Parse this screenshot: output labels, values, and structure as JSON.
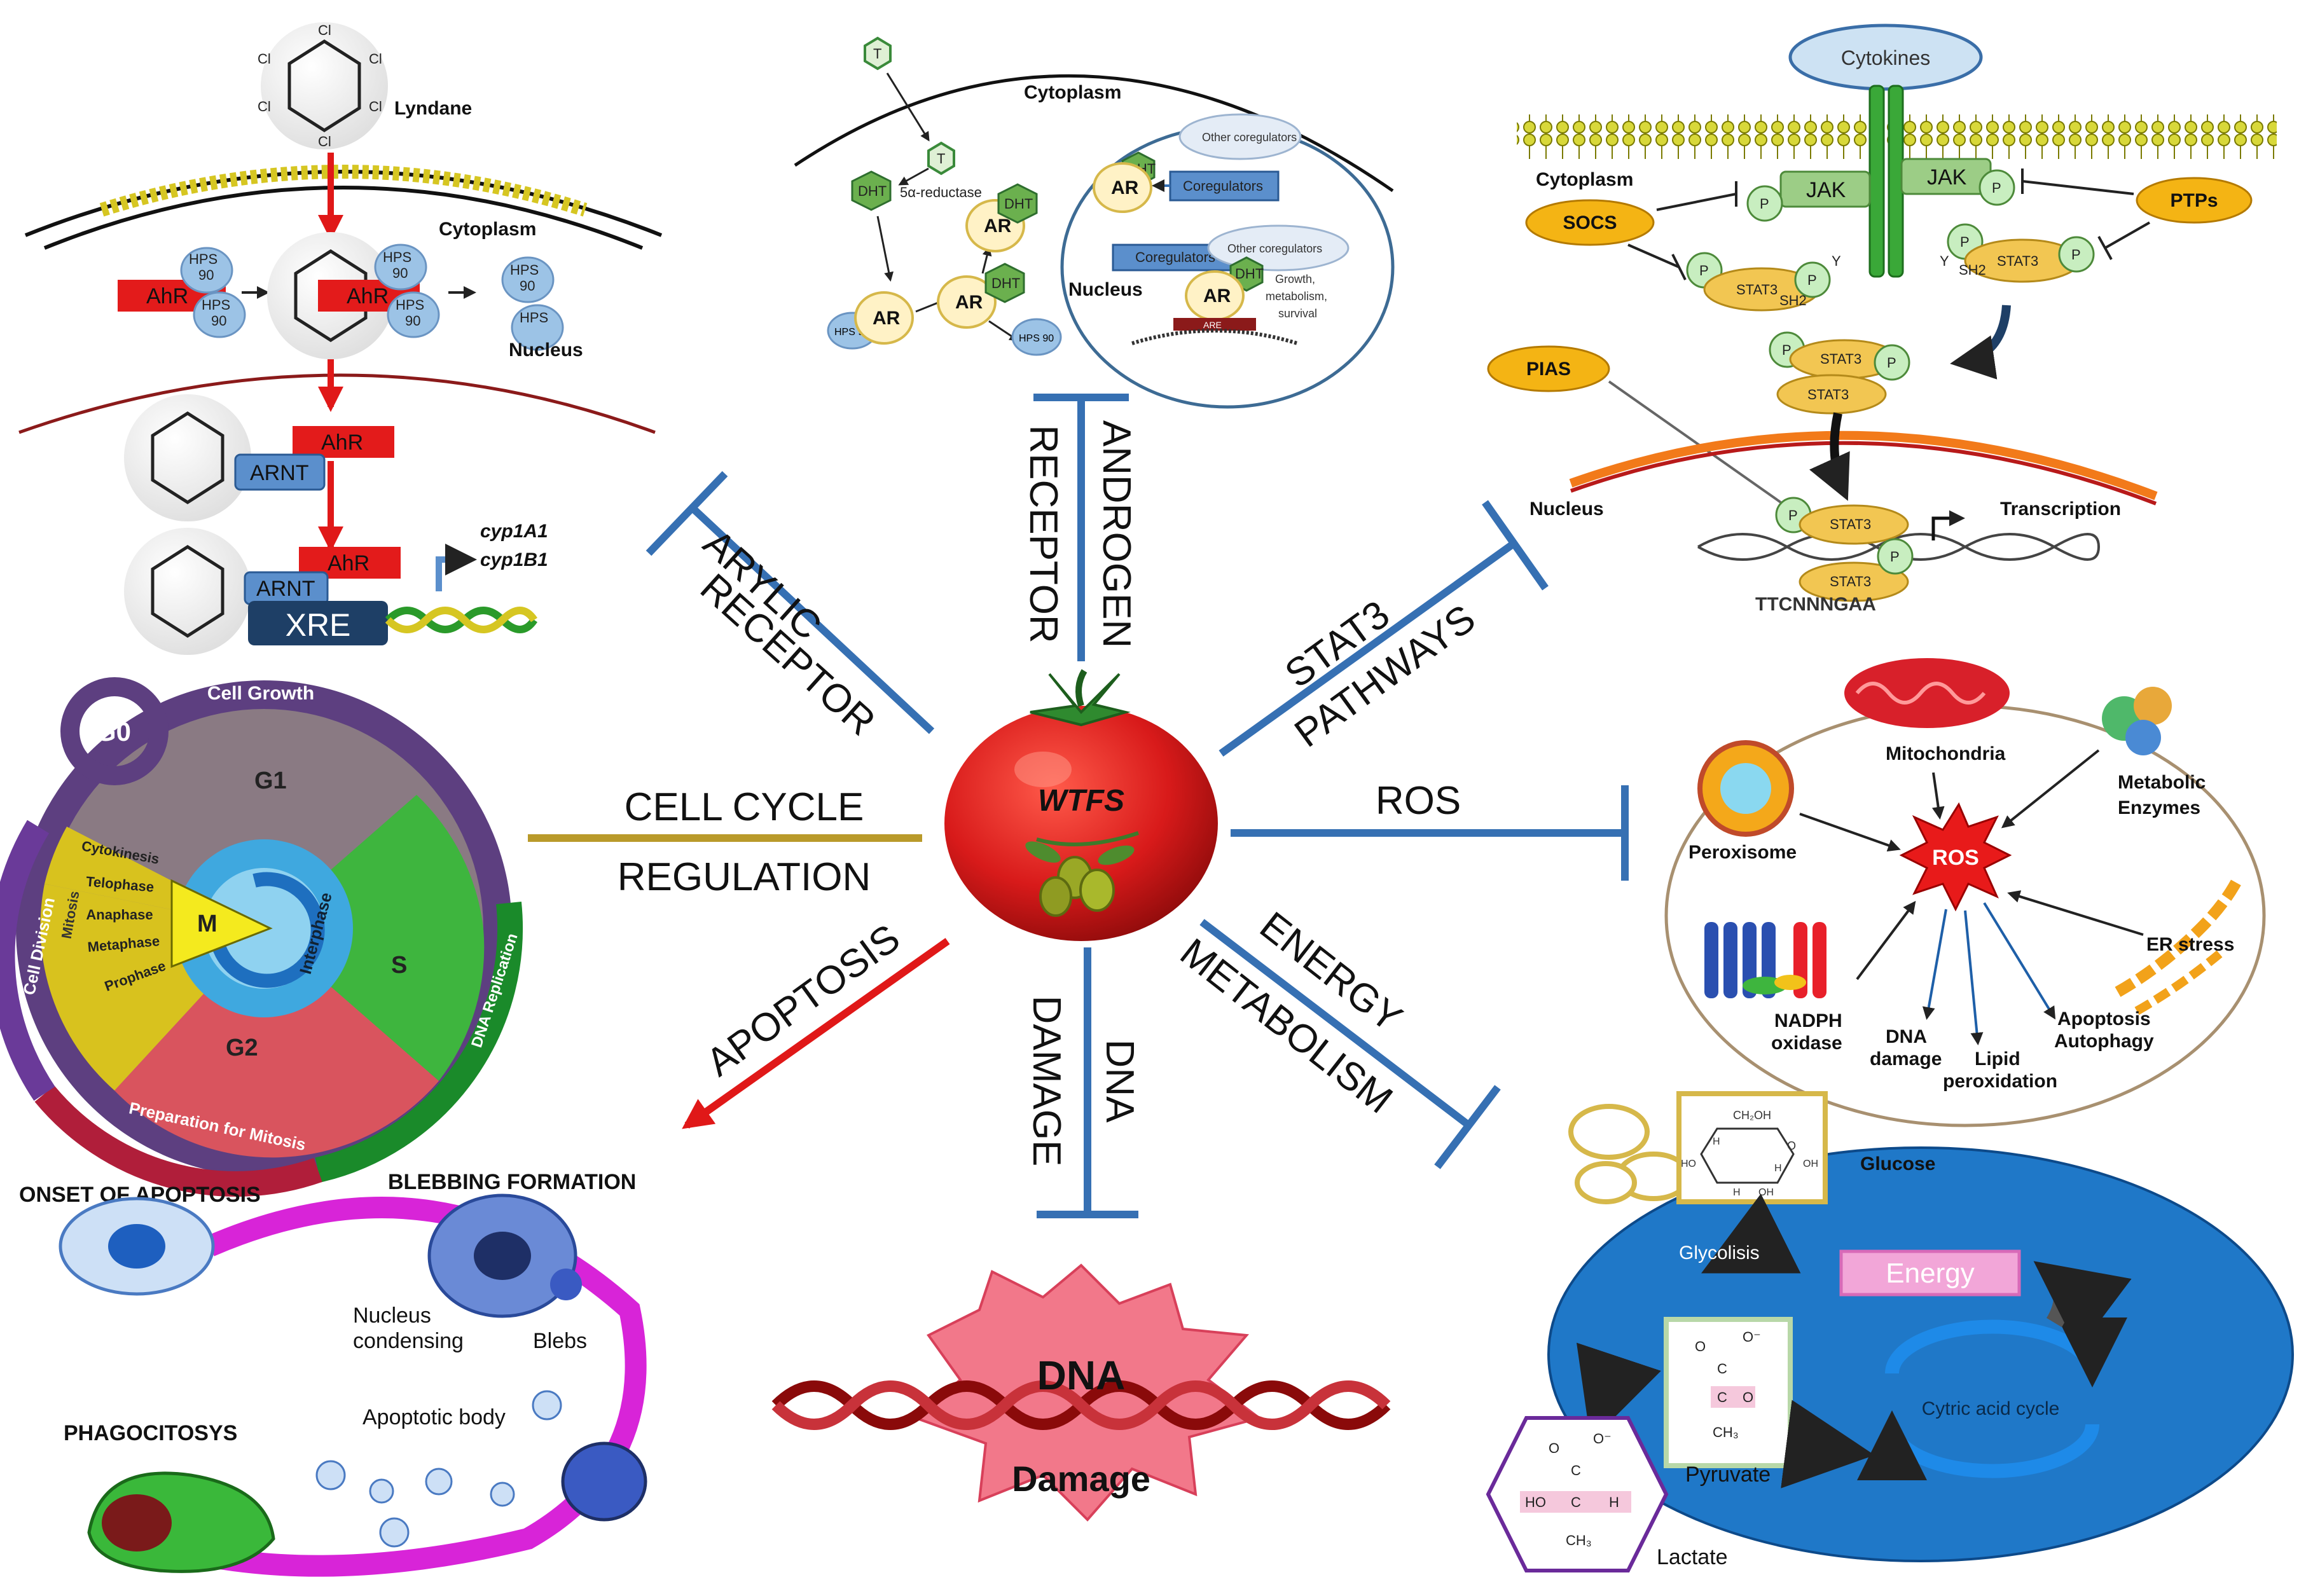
{
  "center": {
    "title": "WTFS"
  },
  "arms": {
    "arylic": [
      "ARYLIC",
      "RECEPTOR"
    ],
    "androgen": [
      "ANDROGEN",
      "RECEPTOR"
    ],
    "stat3": [
      "STAT3",
      "PATHWAYS"
    ],
    "cellcycle": [
      "CELL CYCLE",
      "REGULATION"
    ],
    "ros": "ROS",
    "apoptosis": "APOPTOSIS",
    "dna": [
      "DNA",
      "DAMAGE"
    ],
    "energy": [
      "ENERGY",
      "METABOLISM"
    ]
  },
  "ahr_panel": {
    "lindane": "Lyndane",
    "cl": "Cl",
    "cytoplasm": "Cytoplasm",
    "nucleus": "Nucleus",
    "ahr": "AhR",
    "hps": "HPS",
    "hps90": "90",
    "arnt": "ARNT",
    "xre": "XRE",
    "genes": [
      "cyp1A1",
      "cyp1B1"
    ]
  },
  "ar_panel": {
    "cytoplasm": "Cytoplasm",
    "nucleus": "Nucleus",
    "t": "T",
    "dht": "DHT",
    "ar": "AR",
    "reductase": "5α-reductase",
    "hps90": "HPS 90",
    "other_coreg": "Other coregulators",
    "coregulators": "Coregulators",
    "are": "ARE",
    "outcome": [
      "Growth,",
      "metabolism,",
      "survival"
    ]
  },
  "stat_panel": {
    "cytokines": "Cytokines",
    "cytoplasm": "Cytoplasm",
    "jak": "JAK",
    "p": "P",
    "socs": "SOCS",
    "ptps": "PTPs",
    "stat3": "STAT3",
    "sh2": "SH2",
    "y": "Y",
    "pias": "PIAS",
    "nucleus": "Nucleus",
    "transcription": "Transcription",
    "motif": "TTCNNNGAA"
  },
  "cycle_panel": {
    "g0": "G0",
    "growth": "Cell Growth",
    "g1": "G1",
    "s": "S",
    "g2": "G2",
    "m": "M",
    "interphase": "Interphase",
    "division": "Cell Division",
    "mitosis": "Mitosis",
    "replication": "DNA Replication",
    "prep": "Preparation for Mitosis",
    "phases": [
      "Cytokinesis",
      "Telophase",
      "Anaphase",
      "Metaphase",
      "Prophase"
    ]
  },
  "ros_panel": {
    "mitochondria": "Mitochondria",
    "enzymes": [
      "Metabolic",
      "Enzymes"
    ],
    "peroxisome": "Peroxisome",
    "ros": "ROS",
    "er": "ER stress",
    "nadph": [
      "NADPH",
      "oxidase"
    ],
    "dna": [
      "DNA",
      "damage"
    ],
    "lipid": [
      "Lipid",
      "peroxidation"
    ],
    "apoptosis": [
      "Apoptosis",
      "Autophagy"
    ]
  },
  "apoptosis_panel": {
    "onset": "ONSET OF APOPTOSIS",
    "blebbing": "BLEBBING FORMATION",
    "condensing": [
      "Nucleus",
      "condensing"
    ],
    "blebs": "Blebs",
    "phago": "PHAGOCITOSYS",
    "body": "Apoptotic body"
  },
  "dna_panel": {
    "title": "DNA",
    "subtitle": "Damage"
  },
  "energy_panel": {
    "glucose": "Glucose",
    "glycolysis": "Glycolisis",
    "energy": "Energy",
    "pyruvate": "Pyruvate",
    "cycle": "Cytric acid cycle",
    "lactate": "Lactate",
    "ch2oh": "CH₂OH",
    "o": "O",
    "ominus": "O⁻",
    "c": "C",
    "ch3": "CH₃",
    "ho": "HO",
    "h": "H",
    "oh": "OH"
  },
  "colors": {
    "blue": "#3670b3",
    "olive": "#b99a2a",
    "red": "#e01818",
    "tomato": "#d81a1a",
    "green": "#4aa84a",
    "ahr": "#e31b1b",
    "stat": "#f2c652",
    "cyto": "#0d6fc4"
  }
}
